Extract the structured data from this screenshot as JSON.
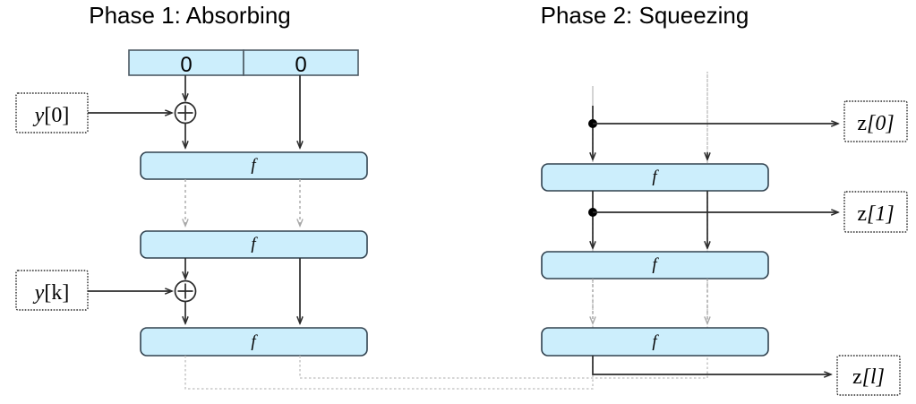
{
  "diagram": {
    "kind": "sponge-construction",
    "phases": [
      {
        "id": "phase1",
        "title": "Phase 1: Absorbing"
      },
      {
        "id": "phase2",
        "title": "Phase 2: Squeezing"
      }
    ],
    "state_bar": {
      "rate_value": "0",
      "capacity_value": "0"
    },
    "function_label": "f",
    "phase1": {
      "f_boxes": [
        {
          "label": "f"
        },
        {
          "label": "f"
        },
        {
          "label": "f"
        }
      ],
      "inputs": [
        {
          "var": "y",
          "index": "[0]"
        },
        {
          "var": "y",
          "index": "[k]"
        }
      ],
      "xor_symbol": "+",
      "xor_count": 2
    },
    "phase2": {
      "f_boxes": [
        {
          "label": "f"
        },
        {
          "label": "f"
        },
        {
          "label": "f"
        }
      ],
      "outputs": [
        {
          "var": "z",
          "index": "[0]"
        },
        {
          "var": "z",
          "index": "[1]"
        },
        {
          "var": "z",
          "index": "[l]"
        }
      ],
      "tap_count": 2
    },
    "colors": {
      "block_fill": "#cceefc",
      "block_stroke": "#31424f",
      "arrow": "#2b2b2b",
      "dashed_arrow": "#a8a8a8",
      "feedback_route": "#bdbdbd",
      "background": "#ffffff"
    }
  }
}
